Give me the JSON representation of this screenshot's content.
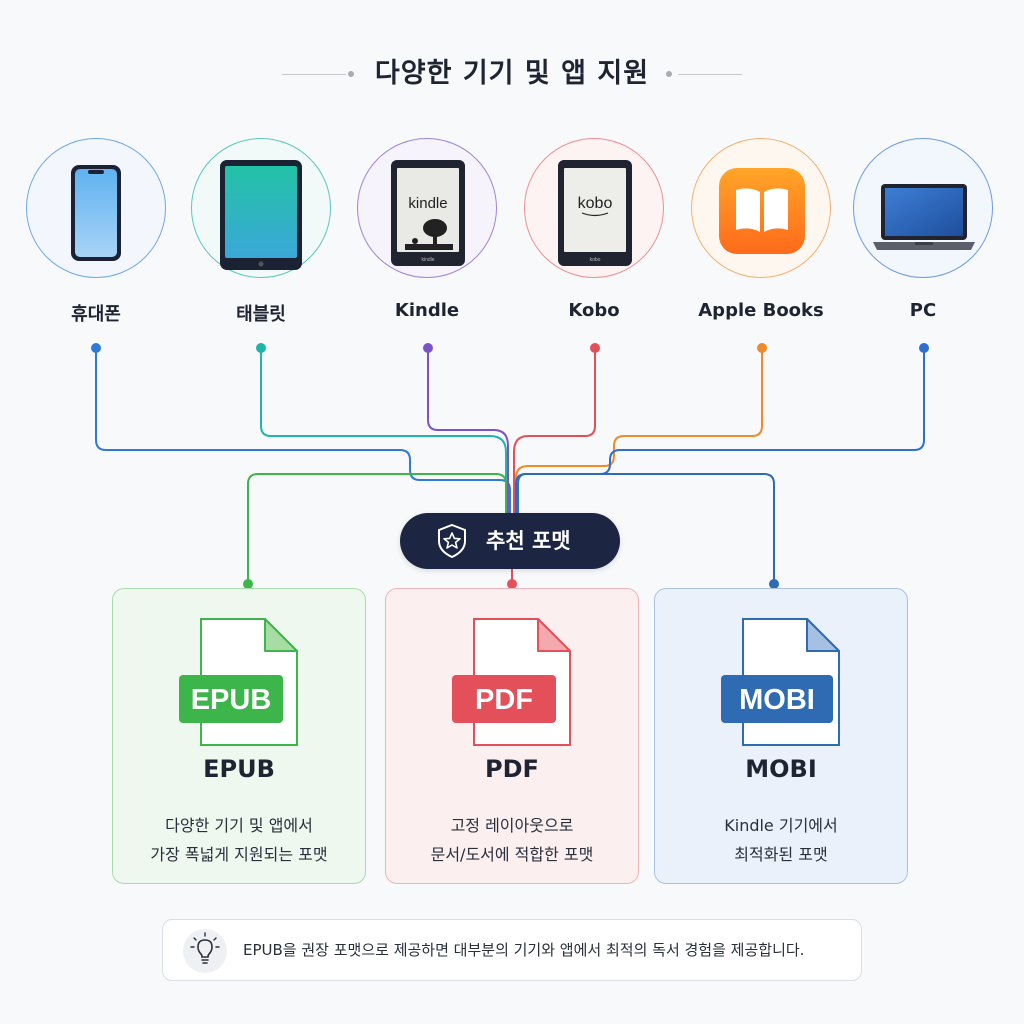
{
  "title": "다양한 기기 및 앱 지원",
  "devices": [
    {
      "label": "휴대폰",
      "icon": "phone-icon",
      "color": "#2f7ad6"
    },
    {
      "label": "태블릿",
      "icon": "tablet-icon",
      "color": "#1fb5a8"
    },
    {
      "label": "Kindle",
      "icon": "kindle-icon",
      "color": "#7b52c7",
      "screen_text": "kindle",
      "brand_text": "kindle"
    },
    {
      "label": "Kobo",
      "icon": "kobo-icon",
      "color": "#e4505a",
      "screen_text": "kobo",
      "brand_text": "kobo"
    },
    {
      "label": "Apple Books",
      "icon": "apple-books-icon",
      "color": "#f08a2b"
    },
    {
      "label": "PC",
      "icon": "laptop-icon",
      "color": "#2f6fd0"
    }
  ],
  "recommended": {
    "label": "추천 포맷",
    "icon": "star-shield-icon"
  },
  "formats": [
    {
      "badge": "EPUB",
      "name": "EPUB",
      "desc": [
        "다양한 기기 및 앱에서",
        "가장 폭넓게 지원되는 포맷"
      ],
      "color": "#3cb54a",
      "bg": "#eef8ee",
      "border": "#a8dcaa"
    },
    {
      "badge": "PDF",
      "name": "PDF",
      "desc": [
        "고정 레이아웃으로",
        "문서/도서에 적합한 포맷"
      ],
      "color": "#e4505a",
      "bg": "#fcefef",
      "border": "#f0b4b7"
    },
    {
      "badge": "MOBI",
      "name": "MOBI",
      "desc": [
        "Kindle 기기에서",
        "최적화된 포맷"
      ],
      "color": "#2f6bb2",
      "bg": "#ebf1fa",
      "border": "#a9c2e4"
    }
  ],
  "tip": {
    "icon": "lightbulb-icon",
    "text": "EPUB을 권장 포맷으로 제공하면 대부분의 기기와 앱에서 최적의 독서 경험을 제공합니다."
  }
}
